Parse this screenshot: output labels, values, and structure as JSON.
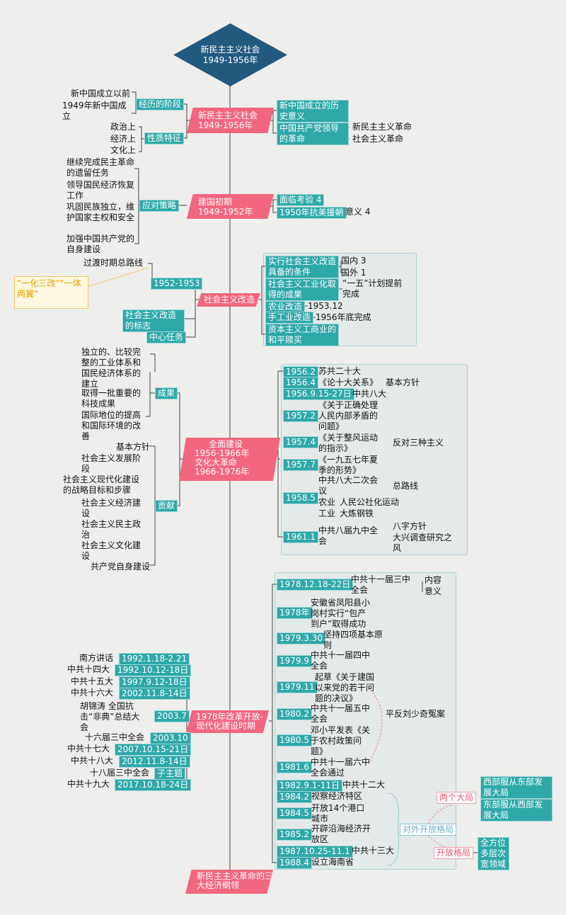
{
  "colors": {
    "teal": "#2fa8a8",
    "pink": "#f2667f",
    "root": "#215a7e",
    "callout": "#e5a000"
  },
  "root": {
    "title": "新民主主义社会",
    "years": "1949-1956年"
  },
  "s1": {
    "title": "新民主主义社会",
    "years": "1949-1956年",
    "stages_label": "经历的阶段",
    "stages": [
      "新中国成立以前",
      "1949年新中国成立"
    ],
    "nature_label": "性质特征",
    "nature": [
      "政治上",
      "经济上",
      "文化上"
    ],
    "right": [
      "新中国成立的历史意义",
      "中国共产党领导的革命"
    ],
    "revolution": [
      "新民主主义革命",
      "社会主义革命"
    ]
  },
  "s2": {
    "title": "建国初期",
    "years": "1949-1952年",
    "strategy_label": "应对策略",
    "strategy": [
      "继续完成民主革命的遗留任务",
      "领导国民经济恢复工作",
      "巩固民族独立，维护国家主权和安全",
      "加强中国共产党的自身建设"
    ],
    "challenge": "面临考验 4",
    "war": "1950年抗美援朝",
    "war_note": "意义 4"
  },
  "s3": {
    "title": "社会主义改造",
    "period": "1952-1953",
    "general_line": "过渡时期总路线",
    "callout": "“一化三改”“一体两翼”",
    "symbol": "社会主义改造的标志",
    "central": "中心任务",
    "right": [
      "实行社会主义改造具备的条件",
      "社会主义工业化取得的成果",
      "农业改造",
      "手工业改造",
      "资本主义工商业的和平赎买"
    ],
    "domestic": "国内 3",
    "foreign": "国外 1",
    "five_year": "“一五”计划提前完成",
    "agri_date": "1953.12",
    "handicraft_done": "1956年底完成"
  },
  "s4": {
    "title": "全面建设",
    "years1": "1956-1966年",
    "title2": "文化大革命",
    "years2": "1966-1976年",
    "results_label": "成果",
    "results": [
      "独立的、比较完整的工业体系和国民经济体系的建立",
      "取得一批重要的科技成果",
      "国际地位的提高和国际环境的改善"
    ],
    "contrib_label": "贡献",
    "contrib": [
      "基本方针",
      "社会主义发展阶段",
      "社会主义现代化建设的战略目标和步骤",
      "社会主义经济建设",
      "社会主义民主政治",
      "社会主义文化建设",
      "共产党自身建设"
    ],
    "events": [
      {
        "date": "1956.2",
        "text": "苏共二十大"
      },
      {
        "date": "1956.4",
        "text": "《论十大关系》",
        "note": "基本方针"
      },
      {
        "date": "1956.9.15-27日",
        "text": "中共八大"
      },
      {
        "date": "1957.2",
        "text": "《关于正确处理人民内部矛盾的问题》"
      },
      {
        "date": "1957.4",
        "text": "《关于整风运动的指示》",
        "note": "反对三种主义"
      },
      {
        "date": "1957.7",
        "text": "《一九五七年夏季的形势》"
      },
      {
        "date": "1958.5",
        "text": "中共八大二次会议",
        "note": "总路线",
        "agri": "农业",
        "agri_note": "人民公社化运动",
        "ind": "工业",
        "ind_note": "大炼钢铁"
      },
      {
        "date": "1961.1",
        "text": "中共八届九中全会",
        "notes": [
          "八字方针",
          "大兴调查研究之风"
        ]
      }
    ]
  },
  "s5": {
    "title": "1978年改革开放-现代化建设时期",
    "left": [
      {
        "date": "1992.1.18-2.21",
        "text": "南方讲话"
      },
      {
        "date": "1992.10.12-18日",
        "text": "中共十四大"
      },
      {
        "date": "1997.9.12-18日",
        "text": "中共十五大"
      },
      {
        "date": "2002.11.8-14日",
        "text": "中共十六大"
      },
      {
        "date": "2003.7",
        "text": "胡锦涛 全国抗击“非典”总结大会"
      },
      {
        "date": "2003.10",
        "text": "十六届三中全会"
      },
      {
        "date": "2007.10.15-21日",
        "text": "中共十七大"
      },
      {
        "date": "2012.11.8-14日",
        "text": "中共十八大"
      },
      {
        "date": "子主题",
        "text": "十八届三中全会"
      },
      {
        "date": "2017.10.18-24日",
        "text": "中共十九大"
      }
    ],
    "right": [
      {
        "date": "1978.12.18-22日",
        "text": "中共十一届三中全会",
        "notes": [
          "内容",
          "意义"
        ]
      },
      {
        "date": "1978年",
        "text": "安徽省凤阳县小岗村实行“包产到户”取得成功"
      },
      {
        "date": "1979.3.30",
        "text": "坚持四项基本原则"
      },
      {
        "date": "1979.9",
        "text": "中共十一届四中全会"
      },
      {
        "date": "1979.11",
        "text": "起草《关于建国以来党的若干问题的决议》"
      },
      {
        "date": "1980.2",
        "text": "中共十一届五中全会",
        "note": "平反刘少奇冤案"
      },
      {
        "date": "1980.5",
        "text": "邓小平发表《关于农村政策问题》"
      },
      {
        "date": "1981.6",
        "text": "中共十一届六中全会通过"
      },
      {
        "date": "1982.9.1-11日",
        "text": "中共十二大"
      },
      {
        "date": "1984.2",
        "text": "视察经济特区"
      },
      {
        "date": "1984.5",
        "text": "开放14个港口城市"
      },
      {
        "date": "1985.2",
        "text": "开辟沿海经济开放区"
      },
      {
        "date": "1987.10.25-11.1",
        "text": "中共十三大"
      },
      {
        "date": "1988.4",
        "text": "设立海南省"
      }
    ],
    "opening": {
      "label": "对外开放格局",
      "two": "两个大局",
      "two_items": [
        "西部服从东部发展大局",
        "东部服从西部发展大局"
      ],
      "pattern": "开放格局",
      "pattern_item": "全方位多层次宽领域"
    }
  },
  "bottom": "新民主主义革命的三大经济纲领"
}
